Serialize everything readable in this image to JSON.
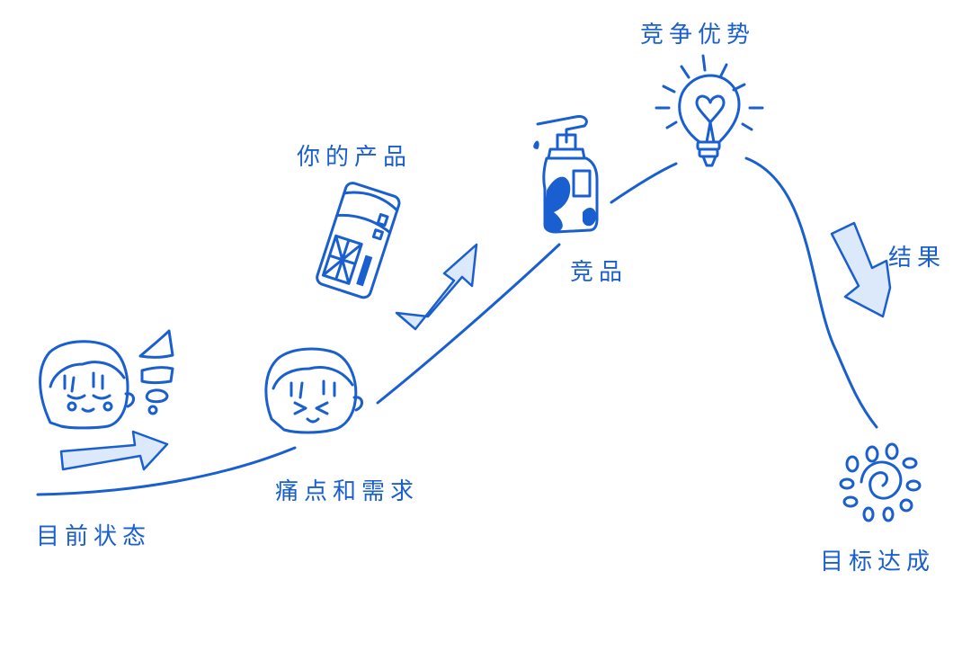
{
  "labels": {
    "current_state": "目前状态",
    "pain_points": "痛点和需求",
    "your_product": "你的产品",
    "competitor": "竞品",
    "advantage": "竞争优势",
    "result": "结果",
    "goal_reached": "目标达成"
  },
  "colors": {
    "ink": "#1a5fcf",
    "arrow_fill": "#dce9fb",
    "background": "#ffffff"
  },
  "icons": [
    "face-thinking-icon",
    "thought-bubbles-icon",
    "face-frustrated-icon",
    "product-jar-icon",
    "pump-bottle-icon",
    "lightbulb-heart-icon",
    "sun-spiral-icon",
    "arrow-right-icon",
    "arrow-up-right-icon",
    "arrow-down-icon"
  ]
}
